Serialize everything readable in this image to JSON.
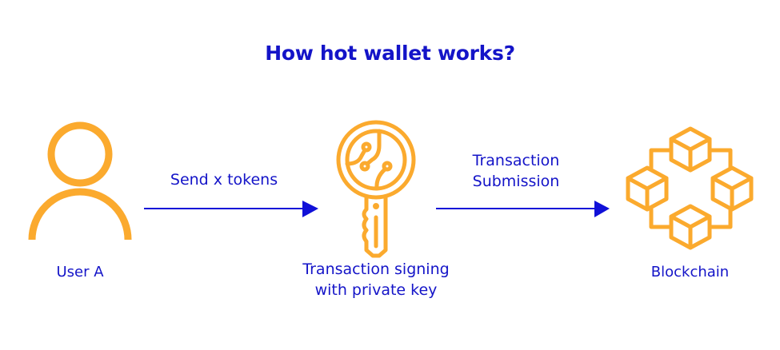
{
  "title": "How hot wallet works?",
  "colors": {
    "text": "#1414c8",
    "arrow": "#1010d8",
    "icon": "#fbaa2e",
    "background": "#ffffff"
  },
  "nodes": [
    {
      "id": "user",
      "icon": "user-icon",
      "label": "User A"
    },
    {
      "id": "signing",
      "icon": "key-icon",
      "label_line1": "Transaction signing",
      "label_line2": "with private key"
    },
    {
      "id": "blockchain",
      "icon": "blockchain-icon",
      "label": "Blockchain"
    }
  ],
  "edges": [
    {
      "from": "user",
      "to": "signing",
      "label": "Send x tokens"
    },
    {
      "from": "signing",
      "to": "blockchain",
      "label_line1": "Transaction",
      "label_line2": "Submission"
    }
  ]
}
